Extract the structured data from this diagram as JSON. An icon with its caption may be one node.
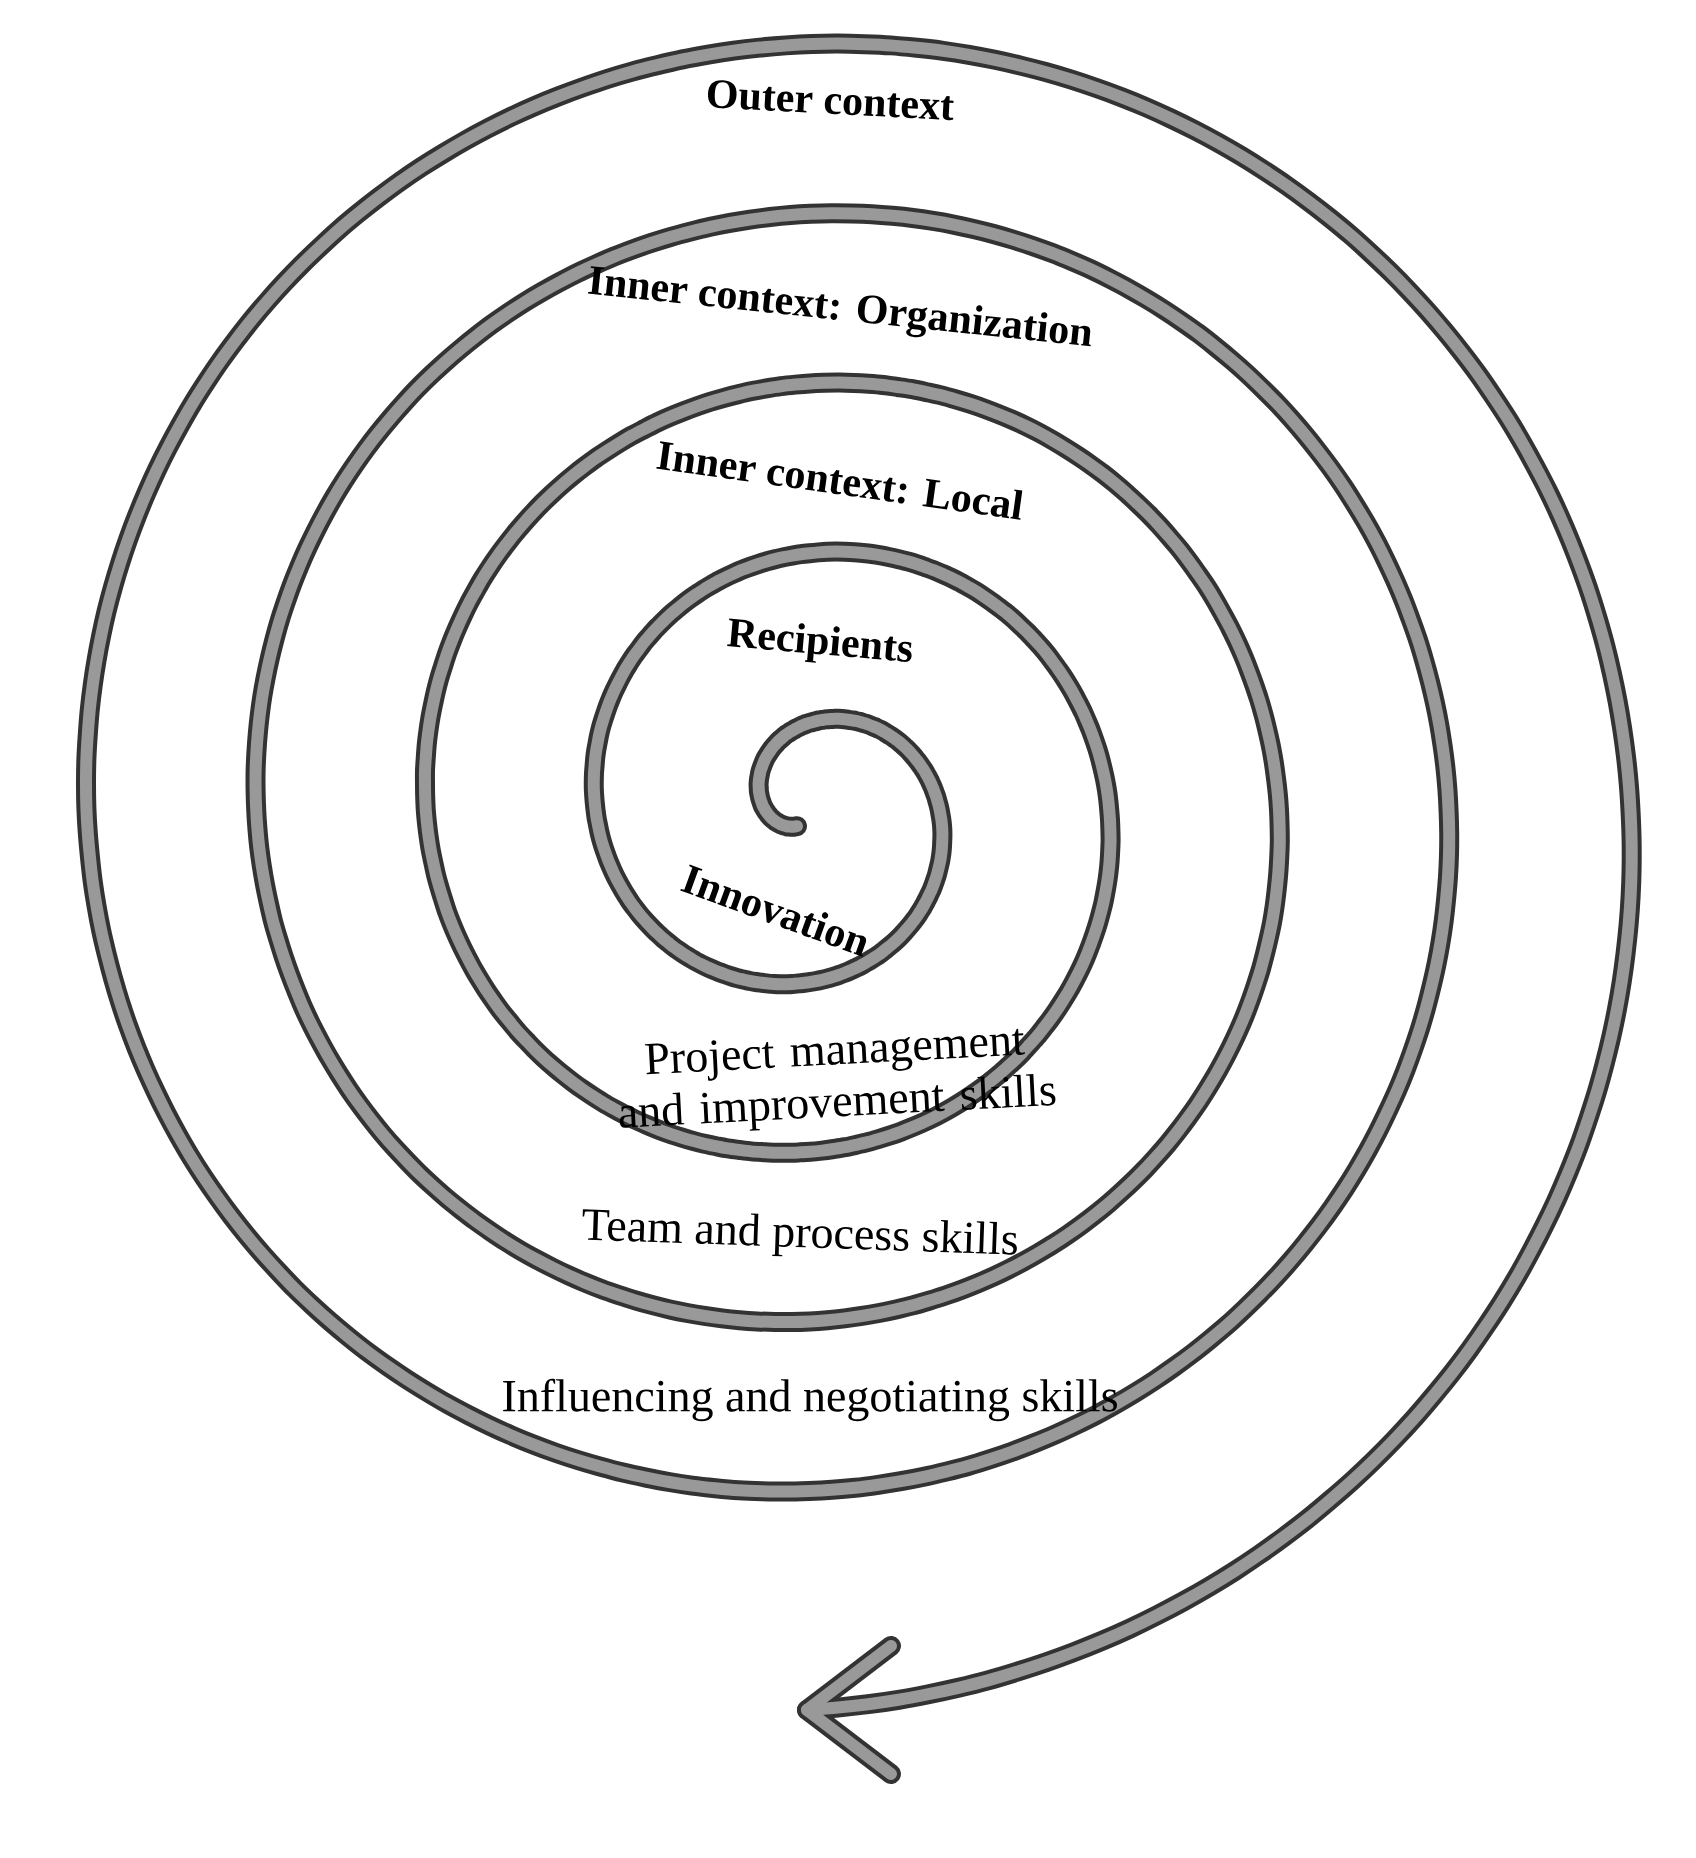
{
  "diagram": {
    "labels": [
      "Outer context",
      "Inner context: Organization",
      "Inner context: Local",
      "Recipients",
      "Innovation",
      "Project management and improvement skills",
      "Team and process skills",
      "Influencing and negotiating skills"
    ]
  }
}
